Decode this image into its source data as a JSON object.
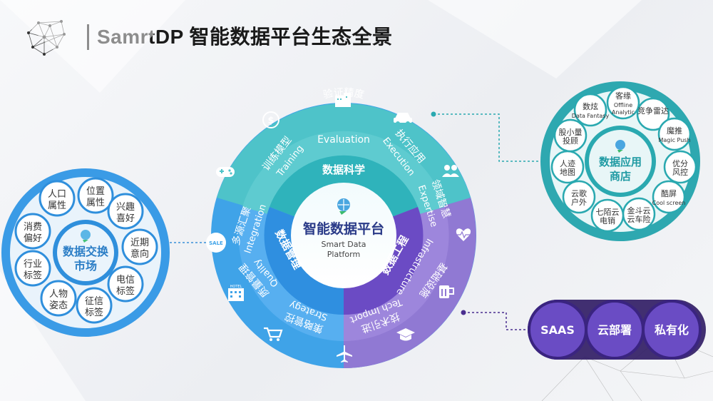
{
  "title": "SamrtDP 智能数据平台生态全景",
  "center": {
    "cn": "智能数据平台",
    "en1": "Smart Data",
    "en2": "Platform"
  },
  "ring_labels": {
    "science": "数据科学",
    "governance": "数据管理",
    "engineering": "数据工程"
  },
  "outer_items": {
    "evaluation_cn": "验证精度",
    "evaluation_en": "Evaluation",
    "execution_cn": "执行应用",
    "execution_en": "Execution",
    "training_cn": "训练模型",
    "training_en": "Training",
    "integration_cn": "多源汇聚",
    "integration_en": "Integration",
    "quality_cn": "质量管理",
    "quality_en": "Quality",
    "strategy_cn": "策略管控",
    "strategy_en": "Strategy",
    "expertise_cn": "领域智慧",
    "expertise_en": "Expertise",
    "infrastructure_cn": "基础设施",
    "infrastructure_en": "Infrastructure",
    "techimport_cn": "技术引进",
    "techimport_en": "Tech Import"
  },
  "left_market": {
    "center1": "数据交换",
    "center2": "市场",
    "items": [
      {
        "l1": "人口",
        "l2": "属性"
      },
      {
        "l1": "位置",
        "l2": "属性"
      },
      {
        "l1": "兴趣",
        "l2": "喜好"
      },
      {
        "l1": "近期",
        "l2": "意向"
      },
      {
        "l1": "电信",
        "l2": "标签"
      },
      {
        "l1": "征信",
        "l2": "标签"
      },
      {
        "l1": "人物",
        "l2": "姿态"
      },
      {
        "l1": "行业",
        "l2": "标签"
      },
      {
        "l1": "消费",
        "l2": "偏好"
      }
    ]
  },
  "right_store": {
    "center1": "数据应用",
    "center2": "商店",
    "items": [
      {
        "l1": "数炫",
        "l2": "Data Fantasy"
      },
      {
        "l1": "客缘",
        "l2": "Offline",
        "l3": "Analytic"
      },
      {
        "l1": "竞争雷达",
        "l2": ""
      },
      {
        "l1": "魔推",
        "l2": "Magic Push"
      },
      {
        "l1": "优分",
        "l2": "风控"
      },
      {
        "l1": "酷屏",
        "l2": "Cool screen"
      },
      {
        "l1": "金斗云",
        "l2": "云车险"
      },
      {
        "l1": "七陌云",
        "l2": "电销"
      },
      {
        "l1": "云歌",
        "l2": "户外"
      },
      {
        "l1": "人迹",
        "l2": "地图"
      },
      {
        "l1": "股小量",
        "l2": "投顾"
      }
    ]
  },
  "deploy": {
    "saas": "SAAS",
    "cloud": "云部署",
    "private": "私有化"
  },
  "icon_text": {
    "sale": "SALE",
    "hotel": "HOTEL"
  },
  "colors": {
    "teal": "#4ec3c9",
    "blue": "#3fa3e8",
    "purple": "#8b6fd0",
    "deep_purple": "#4a2e8f",
    "dark_teal": "#2aa9b0"
  }
}
